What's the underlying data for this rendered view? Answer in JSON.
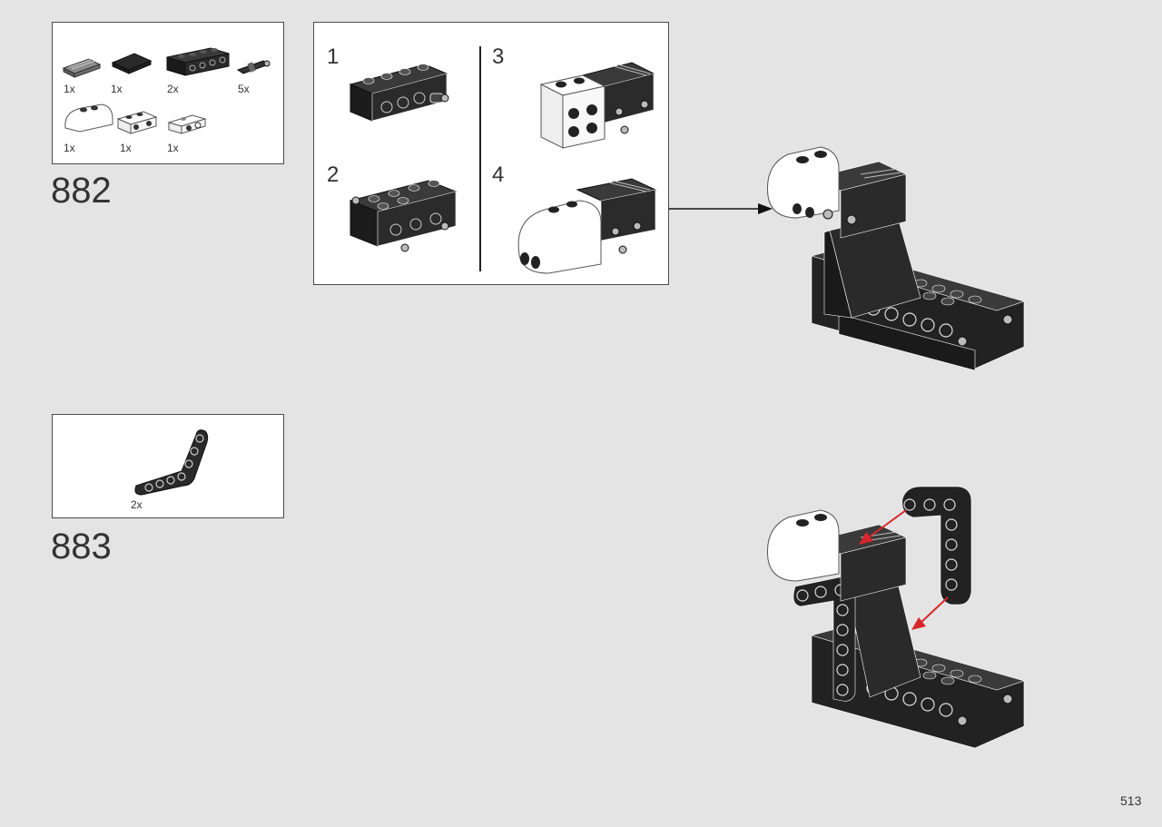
{
  "step882": {
    "number": "882",
    "parts": [
      {
        "qty": "1x",
        "icon": "gray-tile-grille-icon"
      },
      {
        "qty": "1x",
        "icon": "black-flat-tile-icon"
      },
      {
        "qty": "2x",
        "icon": "technic-brick-1x4-icon"
      },
      {
        "qty": "5x",
        "icon": "technic-pin-icon"
      },
      {
        "qty": "1x",
        "icon": "white-curved-slope-icon"
      },
      {
        "qty": "1x",
        "icon": "white-bracket-icon"
      },
      {
        "qty": "1x",
        "icon": "white-brick-axle-icon"
      }
    ]
  },
  "sub_build": {
    "steps": [
      {
        "label": "1"
      },
      {
        "label": "2"
      },
      {
        "label": "3"
      },
      {
        "label": "4"
      }
    ]
  },
  "step883": {
    "number": "883",
    "parts": [
      {
        "qty": "2x",
        "icon": "black-bent-liftarm-icon"
      }
    ]
  },
  "colors": {
    "background": "#e4e4e4",
    "part_black": "#2a2a2a",
    "part_white": "#ffffff",
    "arrow_red": "#d7262b"
  },
  "page": {
    "number": "513"
  }
}
